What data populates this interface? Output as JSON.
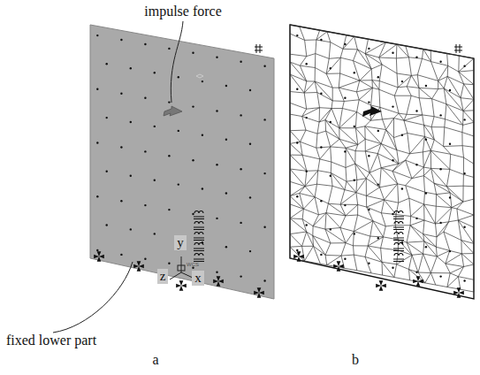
{
  "diagram": {
    "labels": [
      "impulse force",
      "fixed lower part",
      "y",
      "z",
      "x",
      "WCS",
      "a",
      "b"
    ]
  }
}
